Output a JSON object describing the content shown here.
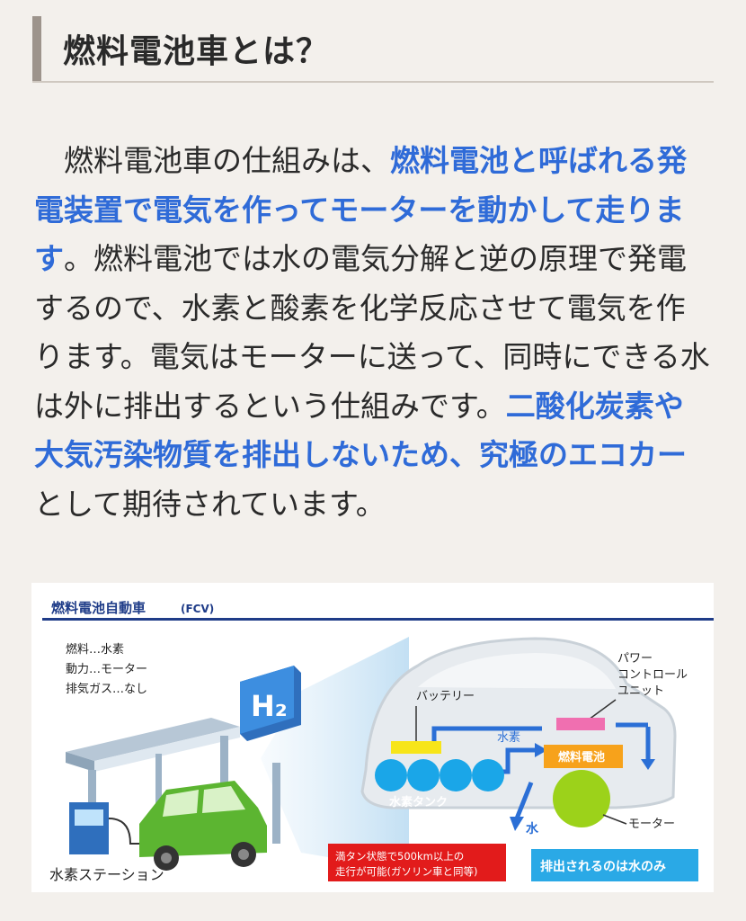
{
  "section": {
    "title": "燃料電池車とは？"
  },
  "paragraph": {
    "indent": "　",
    "p1": "燃料電池車の仕組みは、",
    "hl1": "燃料電池と呼ばれる発電装置で電気を作ってモーターを動かして走ります",
    "p2": "。燃料電池では水の電気分解と逆の原理で発電するので、水素と酸素を化学反応させて電気を作ります。電気はモーターに送って、同時にできる水は外に排出するという仕組みです。",
    "hl2": "二酸化炭素や大気汚染物質を排出しないため、究極のエコカー",
    "p3": "として期待されています。"
  },
  "diagram": {
    "title": "燃料電池自動車",
    "title_suffix": "(FCV)",
    "spec_fuel": "燃料…水素",
    "spec_power": "動力…モーター",
    "spec_exhaust": "排気ガス…なし",
    "h2_sign": "H₂",
    "station_label": "水素ステーション",
    "battery_label": "バッテリー",
    "pcu_line1": "パワー",
    "pcu_line2": "コントロール",
    "pcu_line3": "ユニット",
    "hydrogen_flow_label": "水素",
    "fuel_cell_label": "燃料電池",
    "tank_label": "水素タンク",
    "water_label": "水",
    "motor_label": "モーター",
    "range_note_line1": "満タン状態で500km以上の",
    "range_note_line2": "走行が可能(ガソリン車と同等)",
    "exhaust_note": "排出されるのは水のみ",
    "colors": {
      "title_navy": "#1f3c88",
      "arrow_blue": "#2b6fd6",
      "tank_blue": "#1aa6e8",
      "fuel_cell_orange": "#f7a21b",
      "motor_green": "#9cd21a",
      "pcu_pink": "#f06fb0",
      "battery_yellow": "#f7e51a",
      "note_red": "#e21b1b",
      "note_cyan": "#2aa9e6"
    }
  }
}
